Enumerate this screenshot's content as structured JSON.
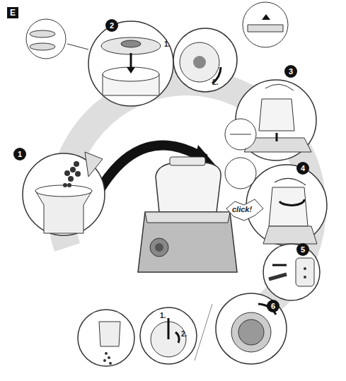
{
  "diagram": {
    "labels": [
      "E",
      "2",
      "1.",
      "2.",
      "3",
      "1",
      "4",
      "click!",
      "5",
      "6",
      "1.",
      "2."
    ]
  }
}
